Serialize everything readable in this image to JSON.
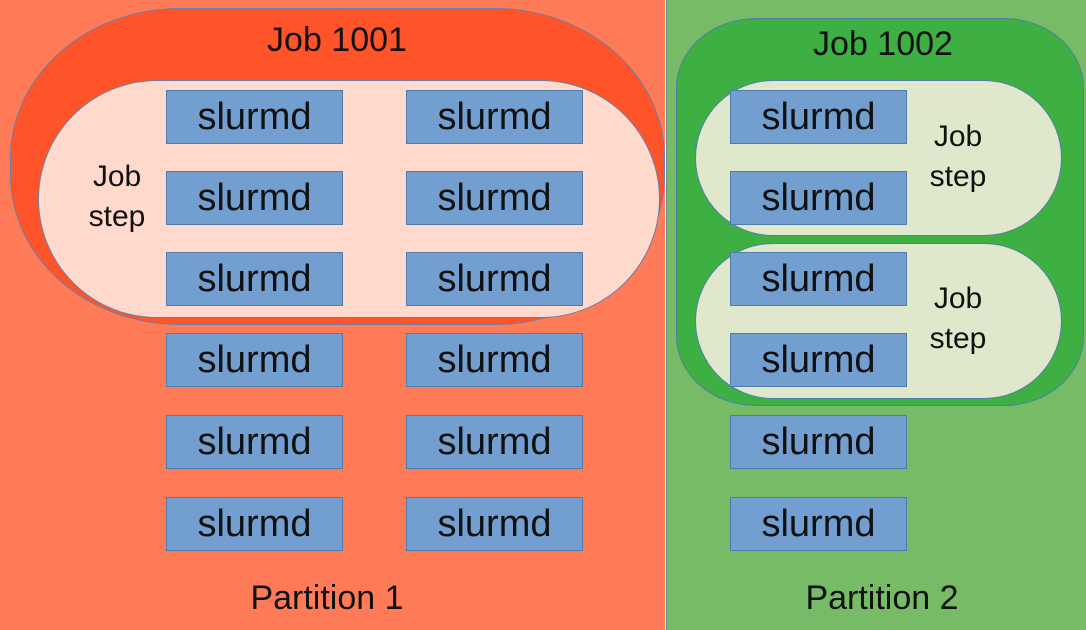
{
  "partitions": [
    {
      "label": "Partition 1",
      "color": "#ff7b57"
    },
    {
      "label": "Partition 2",
      "color": "#77bb66"
    }
  ],
  "jobs": [
    {
      "label": "Job 1001",
      "color": "#ff5429"
    },
    {
      "label": "Job 1002",
      "color": "#3daf43"
    }
  ],
  "job_step_label": {
    "line1": "Job",
    "line2": "step"
  },
  "node_label": "slurmd",
  "node_color": "#729fcf"
}
